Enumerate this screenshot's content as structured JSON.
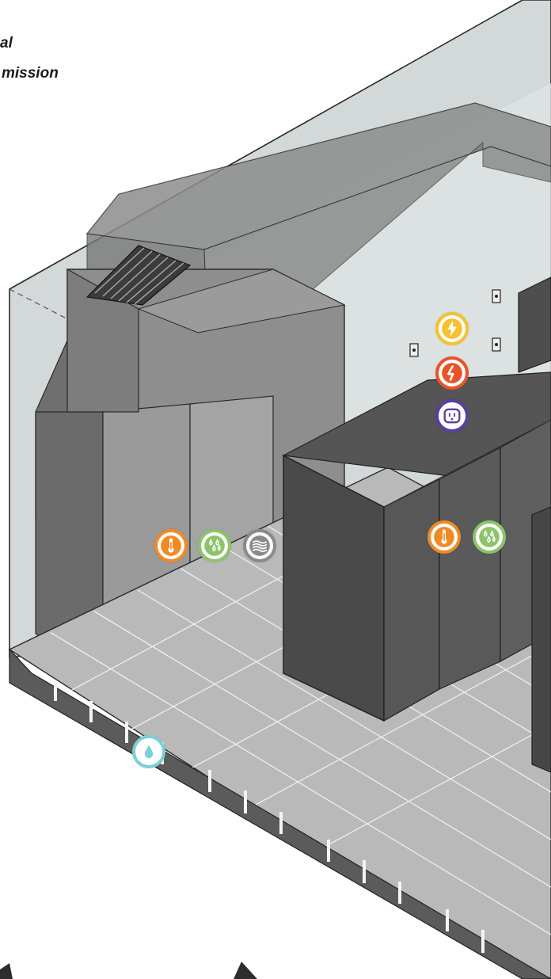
{
  "caption": {
    "line1": "al",
    "line2": "mission"
  },
  "colors": {
    "power": "#f5c12e",
    "electrical": "#e8542a",
    "outlet": "#5b3f9c",
    "temperature": "#f08a24",
    "humidity": "#8cc46a",
    "airflow": "#8a8a8a",
    "leak": "#7ccfd9",
    "room_wall": "#c9ced0",
    "floor": "#b8b8b8",
    "rack": "#4a4a4a",
    "crac_unit": "#8e8e8e"
  },
  "badges": [
    {
      "id": "power",
      "icon": "lightning-bolt-icon"
    },
    {
      "id": "electrical",
      "icon": "electrical-hazard-icon"
    },
    {
      "id": "outlet",
      "icon": "power-outlet-icon"
    },
    {
      "id": "rack-temperature",
      "icon": "thermometer-icon"
    },
    {
      "id": "rack-humidity",
      "icon": "water-droplets-icon"
    },
    {
      "id": "crac-temperature",
      "icon": "thermometer-icon"
    },
    {
      "id": "crac-humidity",
      "icon": "water-droplets-icon"
    },
    {
      "id": "crac-airflow",
      "icon": "airflow-icon"
    },
    {
      "id": "floor-leak",
      "icon": "water-drop-icon"
    }
  ]
}
